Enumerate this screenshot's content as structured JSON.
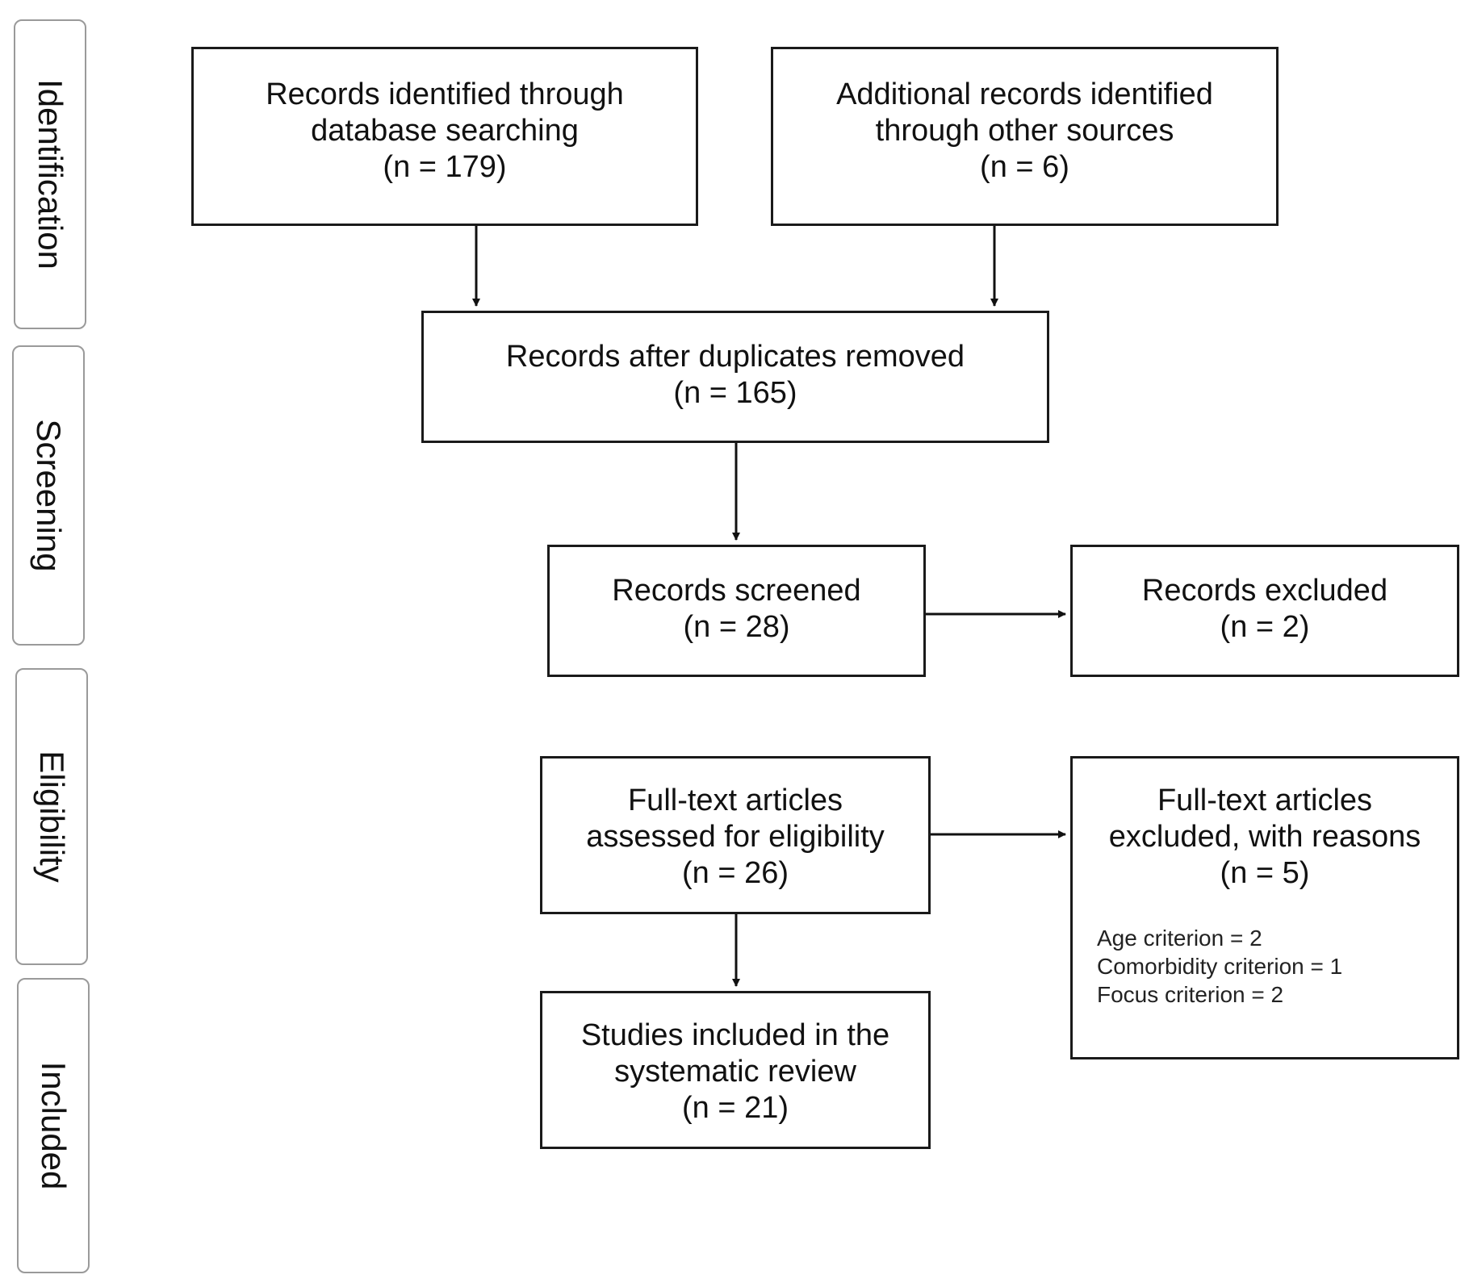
{
  "phases": {
    "identification": "Identification",
    "screening": "Screening",
    "eligibility": "Eligibility",
    "included": "Included"
  },
  "boxes": {
    "database_records": "Records identified through\ndatabase searching\n(n = 179)",
    "other_sources": "Additional records identified\nthrough other sources\n(n = 6)",
    "after_duplicates": "Records after duplicates removed\n(n = 165)",
    "screened": "Records screened\n(n = 28)",
    "excluded": "Records excluded\n(n = 2)",
    "fulltext_assessed": "Full-text articles\nassessed for eligibility\n(n = 26)",
    "fulltext_excluded": "Full-text articles\nexcluded, with reasons\n(n = 5)",
    "included_studies": "Studies included in the\nsystematic review\n(n = 21)"
  },
  "exclusion_reasons": [
    "Age criterion = 2",
    "Comorbidity criterion = 1",
    "Focus criterion = 2"
  ],
  "colors": {
    "box_border": "#1a1a1a",
    "phase_border": "#9a9a9a",
    "arrow": "#111111"
  }
}
